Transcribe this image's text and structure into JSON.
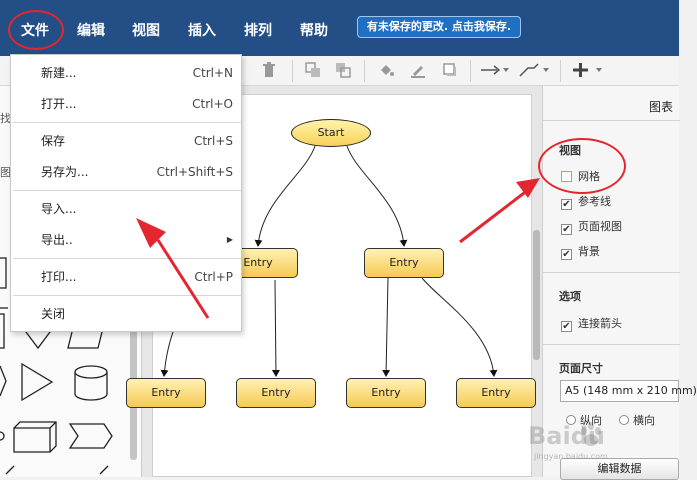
{
  "menubar": {
    "items": [
      "文件",
      "编辑",
      "视图",
      "插入",
      "排列",
      "帮助"
    ],
    "save_notice": "有未保存的更改. 点击我保存."
  },
  "file_menu": {
    "items": [
      {
        "label": "新建...",
        "shortcut": "Ctrl+N"
      },
      {
        "label": "打开...",
        "shortcut": "Ctrl+O"
      },
      {
        "label": "保存",
        "shortcut": "Ctrl+S"
      },
      {
        "label": "另存为...",
        "shortcut": "Ctrl+Shift+S"
      },
      {
        "label": "导入...",
        "shortcut": ""
      },
      {
        "label": "导出..",
        "shortcut": ""
      },
      {
        "label": "打印...",
        "shortcut": "Ctrl+P"
      },
      {
        "label": "关闭",
        "shortcut": ""
      }
    ]
  },
  "diagram": {
    "start": "Start",
    "entries": [
      "Entry",
      "Entry",
      "Entry",
      "Entry",
      "Entry",
      "Entry"
    ]
  },
  "right_panel": {
    "title": "图表",
    "view_heading": "视图",
    "view_options": [
      {
        "label": "网格",
        "checked": false
      },
      {
        "label": "参考线",
        "checked": true
      },
      {
        "label": "页面视图",
        "checked": true
      },
      {
        "label": "背景",
        "checked": true
      }
    ],
    "options_heading": "选项",
    "options": [
      {
        "label": "连接箭头",
        "checked": true
      }
    ],
    "page_size_heading": "页面尺寸",
    "page_size_value": "A5 (148 mm x 210 mm)",
    "orientation": [
      "纵向",
      "横向"
    ],
    "edit_data_button": "编辑数据"
  },
  "left_panel": {
    "partial_labels": [
      "找",
      "图"
    ]
  },
  "watermark": {
    "brand": "Baidu",
    "subtitle": "jingyan.baidu.com"
  },
  "colors": {
    "menubar": "#234e86",
    "highlight_circle": "#e3262f",
    "node_fill": "#f6ca55"
  }
}
